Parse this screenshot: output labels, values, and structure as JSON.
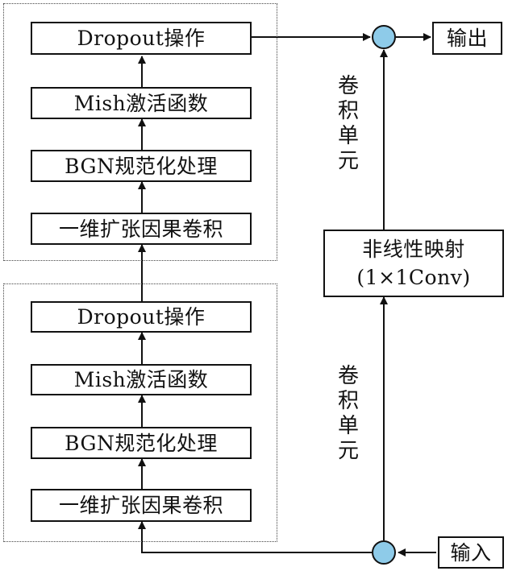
{
  "lower_block": {
    "dropout": "Dropout操作",
    "mish": "Mish激活函数",
    "bgn": "BGN规范化处理",
    "conv": "一维扩张因果卷积"
  },
  "upper_block": {
    "dropout": "Dropout操作",
    "mish": "Mish激活函数",
    "bgn": "BGN规范化处理",
    "conv": "一维扩张因果卷积"
  },
  "skip_path": {
    "mapping_line1": "非线性映射",
    "mapping_line2": "(1×1Conv)",
    "upper_label": "卷积单元",
    "lower_label": "卷积单元"
  },
  "io": {
    "input_label": "输入",
    "output_label": "输出"
  },
  "colors": {
    "node_fill": "#8ecbe9",
    "line": "#111111",
    "box_border": "#111111"
  }
}
